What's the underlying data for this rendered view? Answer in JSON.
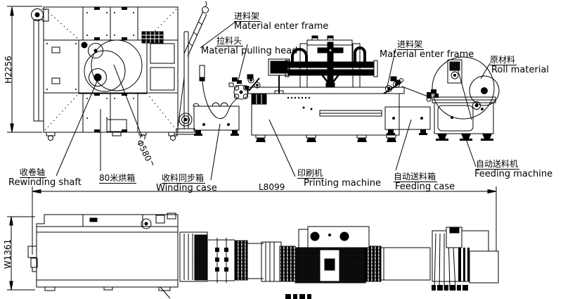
{
  "labels": {
    "enter_frame_top": {
      "zh": "进料架",
      "en": "Material enter frame"
    },
    "pulling_head": {
      "zh": "拉料头",
      "en": "Material pulling head"
    },
    "enter_frame_right": {
      "zh": "进料架",
      "en": "Material enter frame"
    },
    "roll_material": {
      "zh": "原材料",
      "en": "Roll material"
    },
    "rewinding_shaft": {
      "zh": "收卷轴",
      "en": "Rewinding shaft"
    },
    "oven": {
      "zh": "80米烘箱"
    },
    "winding_case": {
      "zh": "收料同步箱",
      "en": "Winding case"
    },
    "printing_machine": {
      "zh": "印刷机",
      "en": "Printing machine"
    },
    "feeding_case": {
      "zh": "自动送料箱",
      "en": "Feeding case"
    },
    "feeding_machine": {
      "zh": "自动送料机",
      "en": "Feeding machine"
    }
  },
  "dimensions": {
    "height": "H2256",
    "length": "L8099",
    "width": "W1361",
    "drum": "Φ580"
  },
  "colors": {
    "line": "#000000",
    "background": "#ffffff"
  }
}
